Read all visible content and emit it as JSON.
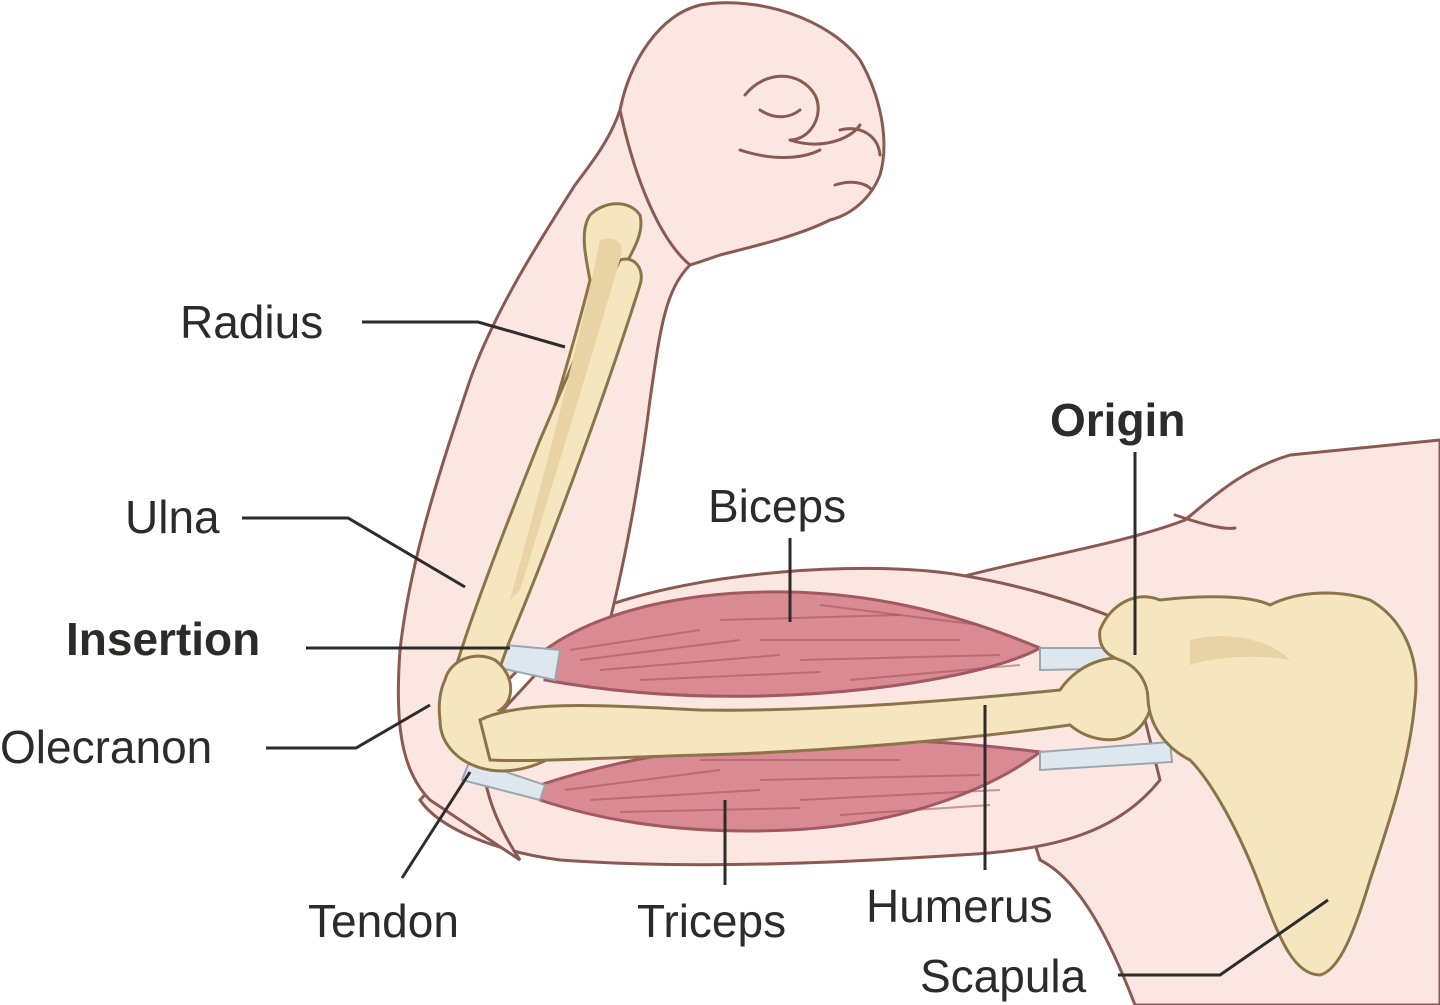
{
  "labels": {
    "radius": "Radius",
    "ulna": "Ulna",
    "insertion": "Insertion",
    "olecranon": "Olecranon",
    "tendon": "Tendon",
    "triceps": "Triceps",
    "biceps": "Biceps",
    "origin": "Origin",
    "humerus": "Humerus",
    "scapula": "Scapula"
  },
  "colors": {
    "skin": "#fbe6e2",
    "bone": "#f6e6c0",
    "muscle": "#d98a92",
    "tendon": "#dfe7ee",
    "text": "#2d2a2a"
  }
}
